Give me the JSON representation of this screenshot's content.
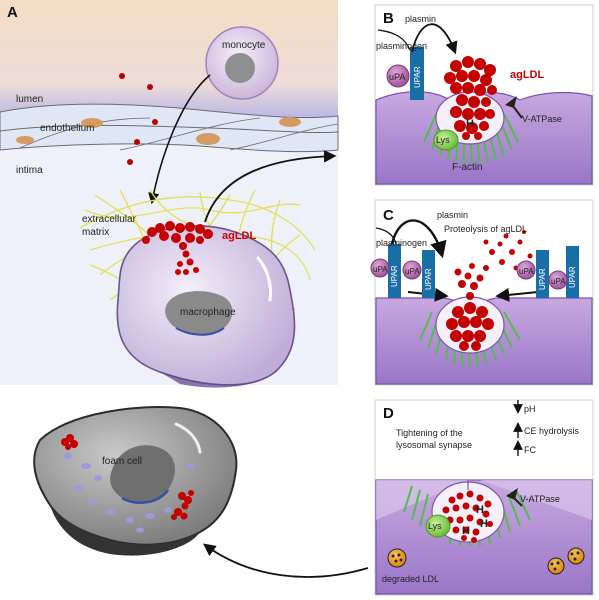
{
  "panels": {
    "A": {
      "letter": "A",
      "labels": {
        "monocyte": "monocyte",
        "lumen": "lumen",
        "endothelium": "endothelium",
        "intima": "intima",
        "extracellular_matrix_1": "extracellular",
        "extracellular_matrix_2": "matrix",
        "agldl": "agLDL",
        "macrophage": "macrophage"
      }
    },
    "B": {
      "letter": "B",
      "labels": {
        "plasmin": "plasmin",
        "plasminogen": "plasminogen",
        "upa": "uPA",
        "upar": "UPAR",
        "agldl": "agLDL",
        "vatpase": "V-ATPase",
        "h": "H",
        "lys": "Lys",
        "factin": "F-actin"
      }
    },
    "C": {
      "letter": "C",
      "labels": {
        "plasmin": "plasmin",
        "proteolysis": "Proteolysis of agLDL",
        "plasminogen": "plasminogen",
        "upa": "uPA",
        "upar": "UPAR"
      }
    },
    "D": {
      "letter": "D",
      "labels": {
        "ph": "pH",
        "ce_hydrolysis": "CE hydrolysis",
        "fc": "FC",
        "tightening_1": "Tightening of the",
        "tightening_2": "lysosomal synapse",
        "vatpase": "V-ATPase",
        "lys": "Lys",
        "h": "H",
        "degraded_ldl": "degraded LDL"
      }
    },
    "foam": {
      "label": "foam cell"
    }
  }
}
